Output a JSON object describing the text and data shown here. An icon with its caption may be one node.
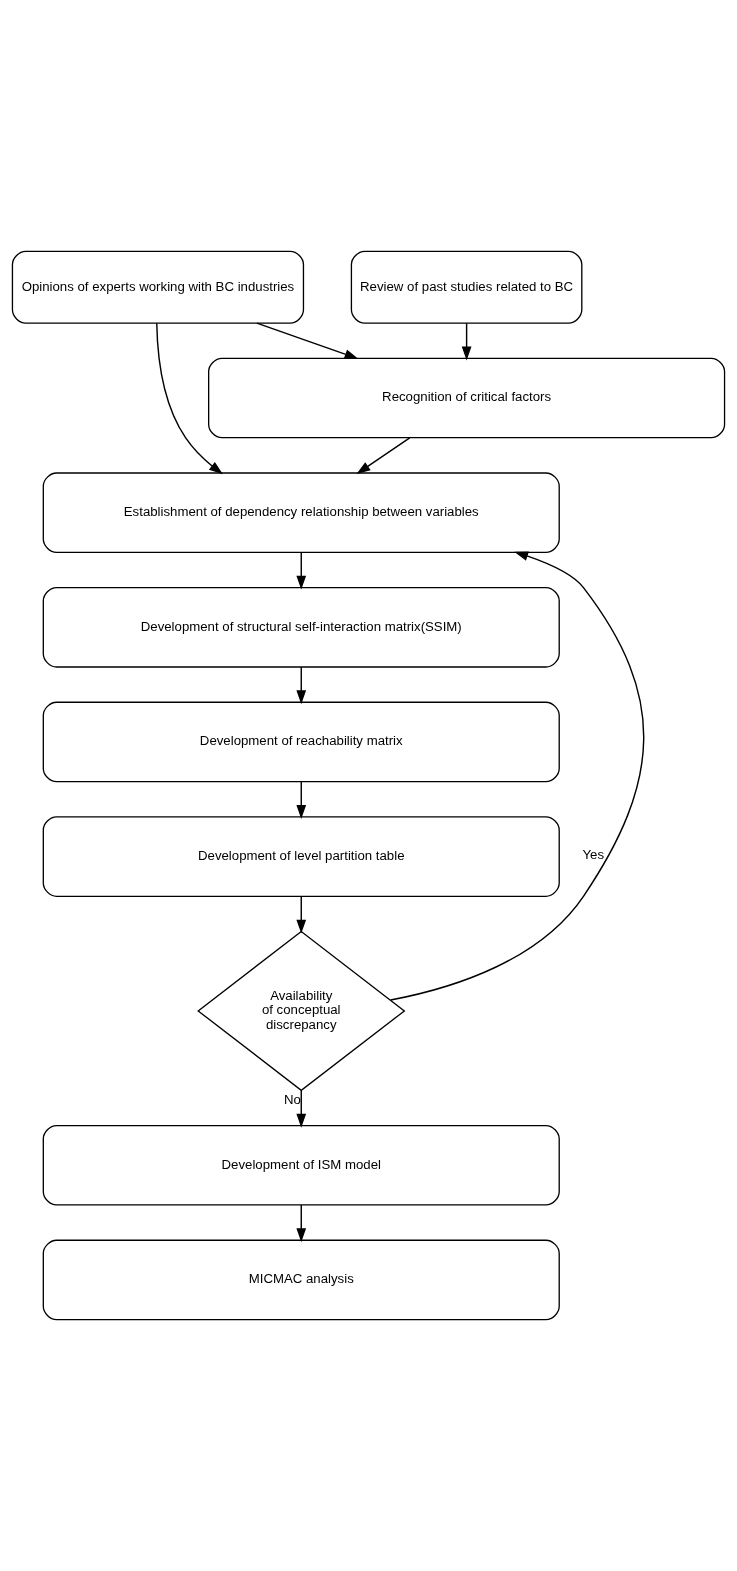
{
  "diagram": {
    "nodes": [
      {
        "text": [
          "Opinions of experts working with BC industries"
        ]
      },
      {
        "text": [
          "Review of past studies related to BC"
        ]
      },
      {
        "text": [
          "Recognition of critical factors"
        ]
      },
      {
        "text": [
          "Establishment of dependency relationship between variables"
        ]
      },
      {
        "text": [
          "Development of structural self-interaction matrix(SSIM)"
        ]
      },
      {
        "text": [
          "Development of reachability matrix"
        ]
      },
      {
        "text": [
          "Development of level partition table"
        ]
      },
      {
        "text": [
          "Availability of conceptual discrepancy"
        ]
      },
      {
        "text": [
          "Development of ISM model"
        ]
      },
      {
        "text": [
          "MICMAC analysis"
        ]
      }
    ],
    "edges": [
      {
        "from": 0,
        "to": 2,
        "arrow": "to"
      },
      {
        "from": 1,
        "to": 2,
        "arrow": "to"
      },
      {
        "from": 0,
        "to": 3,
        "arrow": "to"
      },
      {
        "from": 2,
        "to": 3,
        "arrow": "to"
      },
      {
        "from": 3,
        "to": 4,
        "arrow": "to"
      },
      {
        "from": 4,
        "to": 5,
        "arrow": "to"
      },
      {
        "from": 5,
        "to": 6,
        "arrow": "to"
      },
      {
        "from": 6,
        "to": 7,
        "arrow": "to"
      },
      {
        "from": 7,
        "to": 3,
        "arrow": "to",
        "label": "Yes"
      },
      {
        "from": 7,
        "to": 8,
        "arrow": "to",
        "label": "No"
      },
      {
        "from": 8,
        "to": 9,
        "arrow": "to"
      }
    ]
  }
}
